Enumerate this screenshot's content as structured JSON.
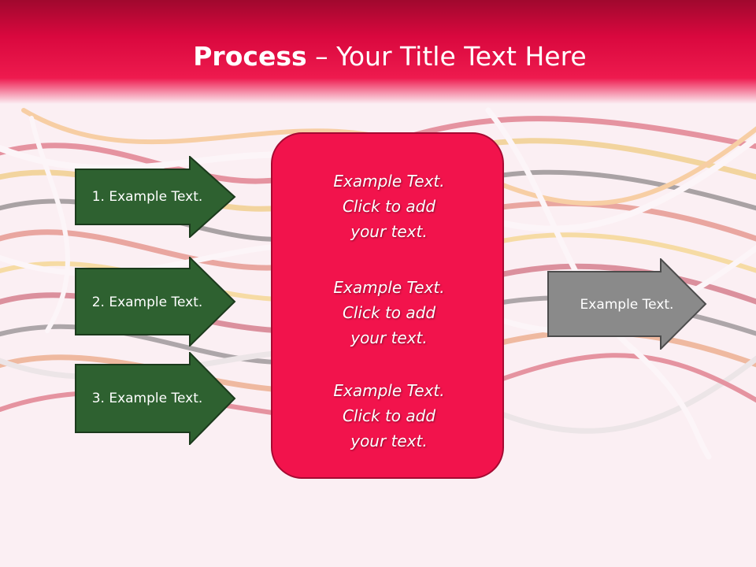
{
  "slide": {
    "title_bold": "Process",
    "title_rest": " – Your Title Text Here",
    "left_steps": [
      {
        "label": "1. Example Text."
      },
      {
        "label": "2. Example Text."
      },
      {
        "label": "3. Example Text."
      }
    ],
    "center_blocks": [
      {
        "line1": "Example Text.",
        "line2": "Click  to add",
        "line3": "your text."
      },
      {
        "line1": "Example Text.",
        "line2": "Click  to add",
        "line3": "your text."
      },
      {
        "line1": "Example Text.",
        "line2": "Click  to add",
        "line3": "your text."
      }
    ],
    "output": {
      "label": "Example Text."
    }
  },
  "colors": {
    "header_red": "#d9083e",
    "center_box": "#f2134c",
    "step_arrow": "#2e6130",
    "output_arrow": "#8a8a8a"
  },
  "background": {
    "icon": "twisted-cables-photo"
  }
}
